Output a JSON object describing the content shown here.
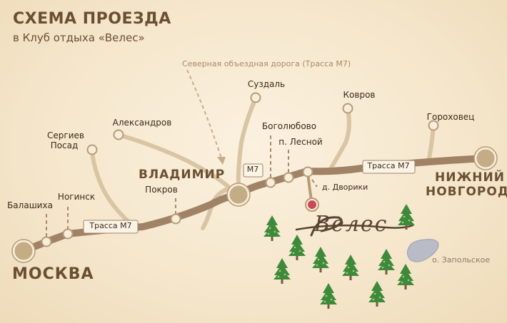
{
  "title": "СХЕМА ПРОЕЗДА",
  "subtitle": "в Клуб отдыха «Велес»",
  "note": "Северная объездная дорога (Трасса М7)",
  "cities": {
    "moscow": "МОСКВА",
    "vladimir": "ВЛАДИМИР",
    "nizhny_1": "НИЖНИЙ",
    "nizhny_2": "НОВГОРОД"
  },
  "towns": {
    "balashikha": "Балашиха",
    "noginsk": "Ногинск",
    "sergiev_1": "Сергиев",
    "sergiev_2": "Посад",
    "aleksandrov": "Александров",
    "pokrov": "Покров",
    "suzdal": "Суздаль",
    "bogolyubovo": "Боголюбово",
    "lesnoy": "п. Лесной",
    "kovrov": "Ковров",
    "gorokhovets": "Гороховец",
    "dvoriki": "д. Дворики"
  },
  "road_labels": {
    "m7_west": "Трасса М7",
    "m7_short": "М7",
    "m7_east": "Трасса М7"
  },
  "logo": "Велес",
  "lake": "о. Запольское",
  "colors": {
    "road": "#a08266",
    "marker": "#c4ad84",
    "destination": "#c9485a",
    "tree": "#3f8a3a",
    "text_brown": "#6b4f33"
  }
}
